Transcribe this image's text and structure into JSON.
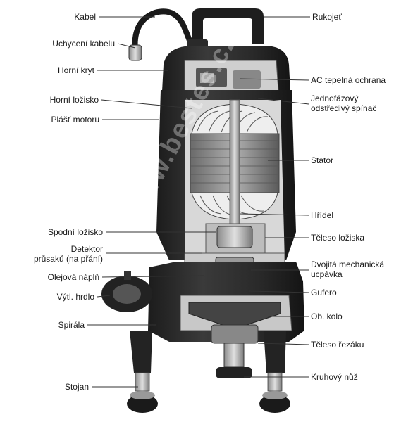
{
  "labels_left": [
    {
      "key": "kabel",
      "text": "Kabel"
    },
    {
      "key": "uchyceni_kabelu",
      "text": "Uchycení kabelu"
    },
    {
      "key": "horni_kryt",
      "text": "Horní kryt"
    },
    {
      "key": "horni_lozisko",
      "text": "Horní ložisko"
    },
    {
      "key": "plast_motoru",
      "text": "Plášť motoru"
    },
    {
      "key": "spodni_lozisko",
      "text": "Spodní ložisko"
    },
    {
      "key": "detektor",
      "text": "Detektor\nprůsaků (na přání)"
    },
    {
      "key": "olejova_napln",
      "text": "Olejová náplň"
    },
    {
      "key": "vytl_hrdlo",
      "text": "Výtl. hrdlo"
    },
    {
      "key": "spirala",
      "text": "Spirála"
    },
    {
      "key": "stojan",
      "text": "Stojan"
    }
  ],
  "labels_right": [
    {
      "key": "rukojet",
      "text": "Rukojeť"
    },
    {
      "key": "ac_ochrana",
      "text": "AC tepelná ochrana"
    },
    {
      "key": "spinac",
      "text": "Jednofázový\nodstředivý spínač"
    },
    {
      "key": "stator",
      "text": "Stator"
    },
    {
      "key": "hridel",
      "text": "Hřídel"
    },
    {
      "key": "teleso_loziska",
      "text": "Těleso ložiska"
    },
    {
      "key": "ucpavka",
      "text": "Dvojitá mechanická\nucpávka"
    },
    {
      "key": "gufero",
      "text": "Gufero"
    },
    {
      "key": "ob_kolo",
      "text": "Ob. kolo"
    },
    {
      "key": "teleso_rezaku",
      "text": "Těleso řezáku"
    },
    {
      "key": "kruhovy_nuz",
      "text": "Kruhový nůž"
    }
  ],
  "watermark": "www.bestes.cz"
}
